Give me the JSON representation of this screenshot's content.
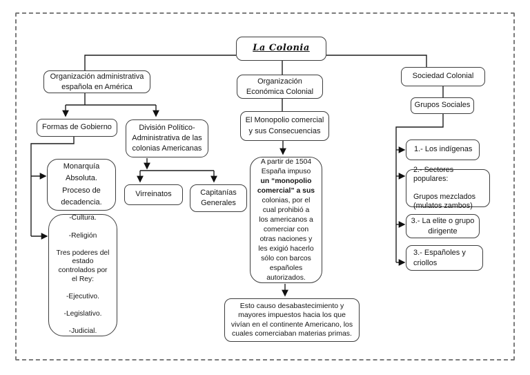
{
  "title": {
    "label": "La Colonia"
  },
  "nodes": {
    "org_admin": [
      "Organización administrativa",
      "española en América"
    ],
    "org_econ": [
      "Organización",
      "Económica Colonial"
    ],
    "sociedad": [
      "Sociedad Colonial"
    ],
    "formas_gobierno": [
      "Formas de Gobierno"
    ],
    "division": [
      "División Político-",
      "Administrativa de las",
      "colonias Americanas"
    ],
    "monopolio": [
      "El Monopolio comercial",
      "y sus Consecuencias"
    ],
    "grupos_sociales": [
      "Grupos Sociales"
    ],
    "monarquia": [
      "Monarquía",
      "Absoluta.",
      "Proceso de",
      "decadencia."
    ],
    "poderes": [
      "-Cultura.",
      "",
      "-Religión",
      "",
      "Tres poderes del",
      "estado",
      "controlados por",
      "el Rey:",
      "",
      "-Ejecutivo.",
      "",
      "-Legislativo.",
      "",
      "-Judicial."
    ],
    "virreinatos": [
      "Virreinatos"
    ],
    "capitanias": [
      "Capitanías",
      "Generales"
    ],
    "monopolio_detalle": {
      "pre": [
        "A partir de 1504",
        "España impuso"
      ],
      "bold": [
        "un “monopolio",
        "comercial” a sus"
      ],
      "post": [
        "colonias, por el",
        "cual prohibió a",
        "los americanos a",
        "comerciar con",
        "otras naciones y",
        "les exigió hacerlo",
        "sólo con barcos",
        "españoles",
        "autorizados."
      ]
    },
    "consecuencia": [
      "Esto causo desabastecimiento y",
      "mayores impuestos hacia los que",
      "vivían en el continente Americano, los",
      "cuales comerciaban materias primas."
    ],
    "indigenas": [
      "1.- Los indígenas"
    ],
    "sectores": [
      "2.- Sectores populares:",
      "",
      "Grupos mezclados",
      "(mulatos zambos)"
    ],
    "elite": [
      "3.- La elite o grupo",
      "dirigente"
    ],
    "espanoles": [
      "3.- Españoles y",
      "criollos"
    ]
  },
  "colors": {
    "line": "#1c1c1c",
    "box_border": "#3c3c3c",
    "frame": "#7a7a7a"
  }
}
